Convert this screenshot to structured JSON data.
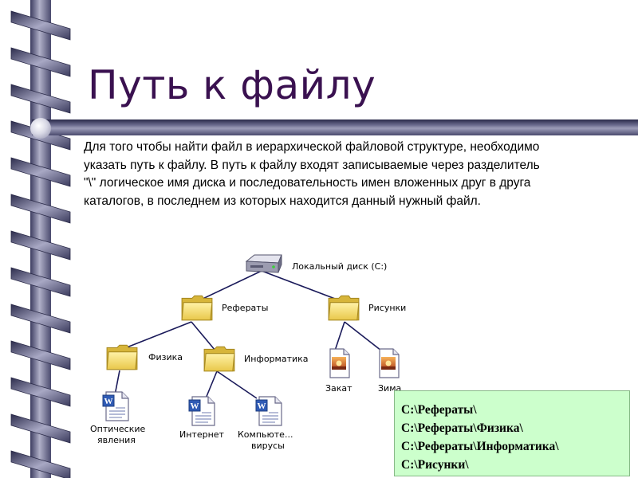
{
  "title": "Путь к файлу",
  "description": "Для того чтобы найти файл в иерархической файловой структуре, необходимо\nуказать путь к файлу. В путь к файлу входят записываемые через разделитель\n\"\\\" логическое имя диска и последовательность имен вложенных друг в друга\nкаталогов, в последнем из которых находится данный нужный файл.",
  "tree": {
    "disk": "Локальный диск (C:)",
    "folder_referaty": "Рефераты",
    "folder_risunki": "Рисунки",
    "folder_fizika": "Физика",
    "folder_informatika": "Информатика",
    "file_zakat": "Закат",
    "file_zima": "Зима",
    "file_opticheskie_line1": "Оптические",
    "file_opticheskie_line2": "явления",
    "file_internet": "Интернет",
    "file_viruses_line1": "Компьюте...",
    "file_viruses_line2": "вирусы"
  },
  "paths": [
    "C:\\Рефераты\\",
    "C:\\Рефераты\\Физика\\",
    "C:\\Рефераты\\Информатика\\",
    "C:\\Рисунки\\"
  ],
  "colors": {
    "title": "#3a1150",
    "path_box": "#ccffcc",
    "binding": "#5a5a80",
    "folder": "#f6dd6a"
  }
}
